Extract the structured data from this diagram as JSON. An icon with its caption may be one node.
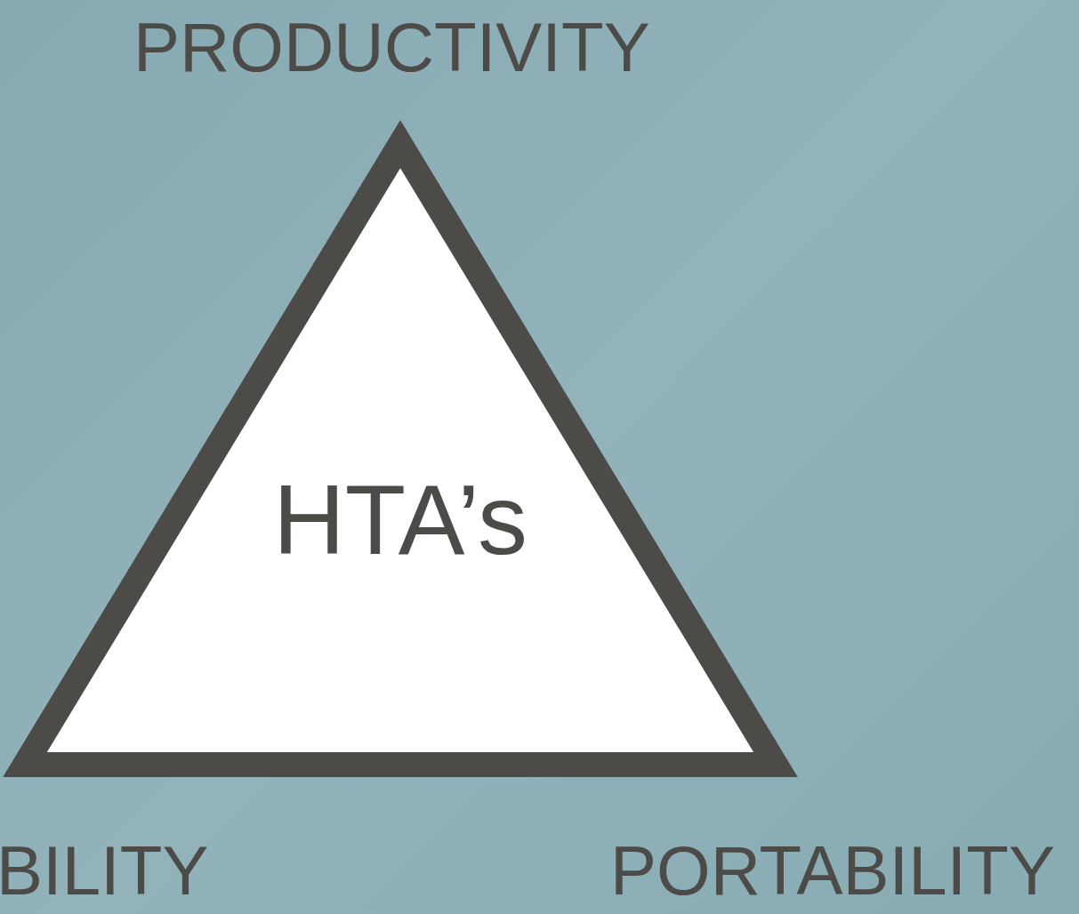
{
  "diagram": {
    "nodes": [
      {
        "text": [
          "HTA’s"
        ]
      }
    ],
    "labels": [
      "PRODUCTIVITY",
      "BILITY",
      "PORTABILITY"
    ]
  }
}
